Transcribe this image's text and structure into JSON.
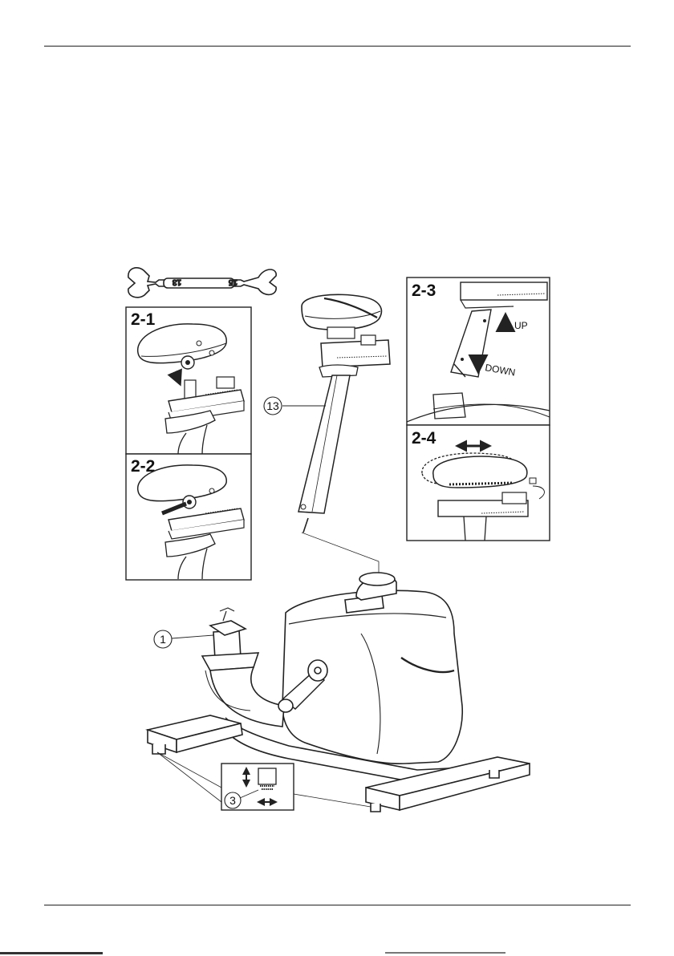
{
  "panels": {
    "p21": {
      "label": "2-1"
    },
    "p22": {
      "label": "2-2"
    },
    "p23": {
      "label": "2-3",
      "up": "UP",
      "down": "DOWN"
    },
    "p24": {
      "label": "2-4"
    }
  },
  "wrench": {
    "size_left": "13",
    "size_right": "15"
  },
  "callouts": {
    "seat_post": "13",
    "frame": "1",
    "foot": "3"
  }
}
